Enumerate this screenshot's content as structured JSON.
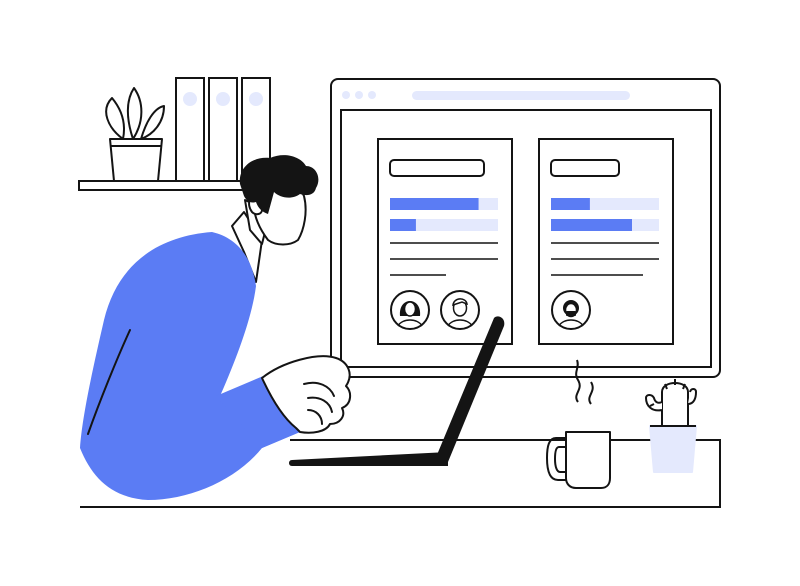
{
  "colors": {
    "accent": "#5b7cf4",
    "accent_light": "#e4e9fd",
    "ink": "#141414",
    "background": "#ffffff"
  },
  "cards": [
    {
      "bars": [
        0.82,
        0.24
      ],
      "avatars": [
        "woman-avatar-icon",
        "man-avatar-icon"
      ]
    },
    {
      "bars": [
        0.36,
        0.75
      ],
      "avatars": [
        "masked-person-avatar-icon"
      ]
    }
  ],
  "icons": [
    "plant-icon",
    "binder-icon",
    "coffee-mug-icon",
    "cactus-icon",
    "laptop-icon"
  ]
}
